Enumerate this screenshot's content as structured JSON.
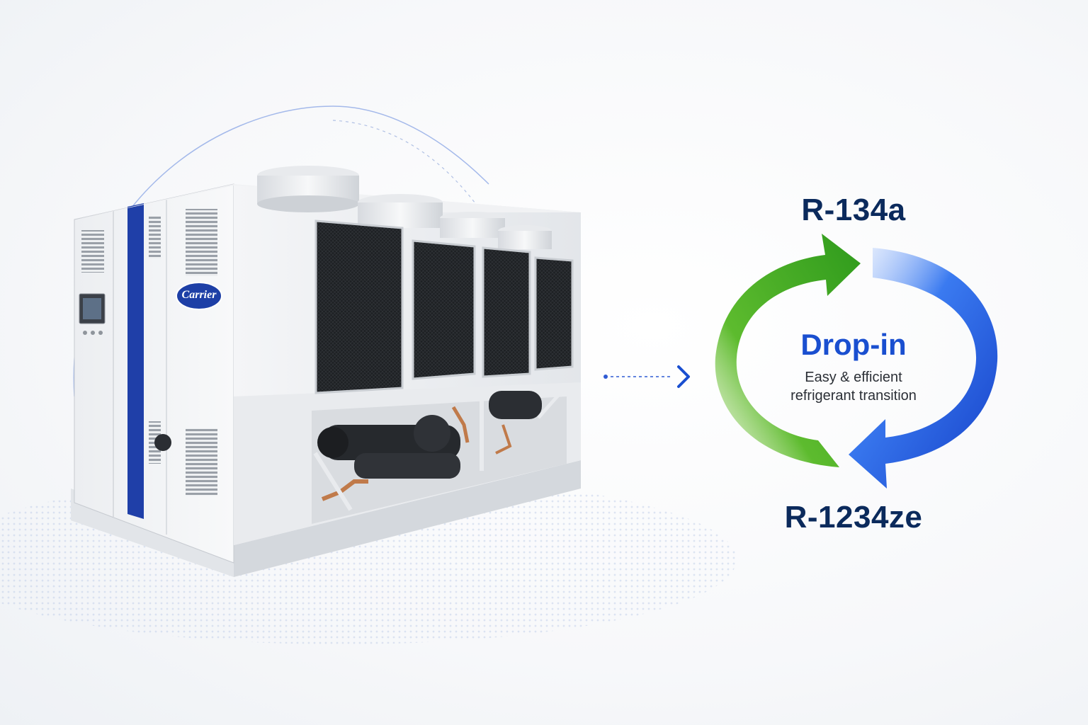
{
  "brand": {
    "logo_text": "Carrier"
  },
  "refrigerants": {
    "from": "R-134a",
    "to": "R-1234ze"
  },
  "center": {
    "title": "Drop-in",
    "subtitle_line1": "Easy & efficient",
    "subtitle_line2": "refrigerant transition"
  },
  "colors": {
    "green_arrow": "#3fae2a",
    "blue_arrow": "#1a4fd0",
    "brand_blue": "#1f3fa8",
    "heading": "#0b2a5c"
  },
  "icons": {
    "connector": "chevron-right-icon",
    "cycle": "refresh-cycle-icon"
  }
}
